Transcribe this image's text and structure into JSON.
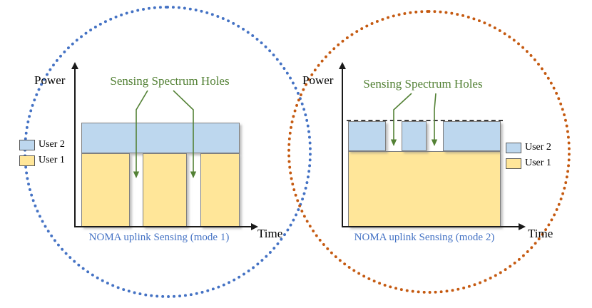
{
  "panels": {
    "mode1": {
      "power_label": "Power",
      "time_label": "Time",
      "holes_label": "Sensing Spectrum Holes",
      "title": "NOMA uplink Sensing (mode 1)",
      "legend": [
        {
          "label": "User 2",
          "color": "#BDD7EE"
        },
        {
          "label": "User 1",
          "color": "#FFE699"
        }
      ],
      "structure": {
        "top_layer": "User 2 continuous block",
        "bottom_layer": "User 1 split into 3 segments",
        "spectrum_holes": 2
      }
    },
    "mode2": {
      "power_label": "Power",
      "time_label": "Time",
      "holes_label": "Sensing Spectrum Holes",
      "title": "NOMA uplink Sensing (mode 2)",
      "legend": [
        {
          "label": "User 2",
          "color": "#BDD7EE"
        },
        {
          "label": "User 1",
          "color": "#FFE699"
        }
      ],
      "structure": {
        "top_layer": "User 2 split into 3 segments under a dashed reference line",
        "bottom_layer": "User 1 continuous block",
        "spectrum_holes": 2
      }
    }
  },
  "colors": {
    "user1_fill": "#FFE699",
    "user2_fill": "#BDD7EE",
    "holes_text": "#538135",
    "title_text": "#4472C4",
    "mode1_circle": "#4472C4",
    "mode2_circle": "#C55A11",
    "dashed_line": "#3A3A3A"
  }
}
